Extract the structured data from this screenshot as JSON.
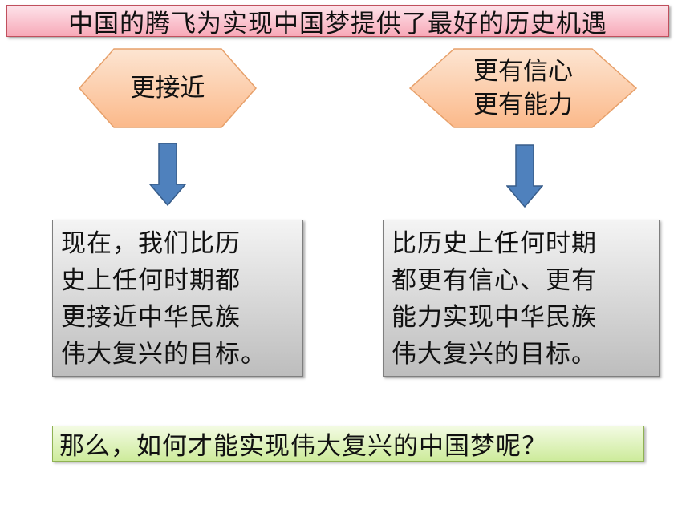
{
  "title": "中国的腾飞为实现中国梦提供了最好的历史机遇",
  "left_branch": {
    "label_lines": [
      "更接近"
    ],
    "text_lines": [
      "现在，我们比历",
      "史上任何时期都",
      "更接近中华民族",
      "伟大复兴的目标。"
    ]
  },
  "right_branch": {
    "label_lines": [
      "更有信心",
      "更有能力"
    ],
    "text_lines": [
      "比历史上任何时期",
      "都更有信心、更有",
      "能力实现中华民族",
      "伟大复兴的目标。"
    ]
  },
  "question": "那么，如何才能实现伟大复兴的中国梦呢？",
  "colors": {
    "hexagon_fill": "#fbc59a",
    "hexagon_border": "#e7a06a",
    "arrow_fill": "#4f81bd",
    "title_fill": "#f7a9b8",
    "question_fill": "#cdeb9b"
  }
}
